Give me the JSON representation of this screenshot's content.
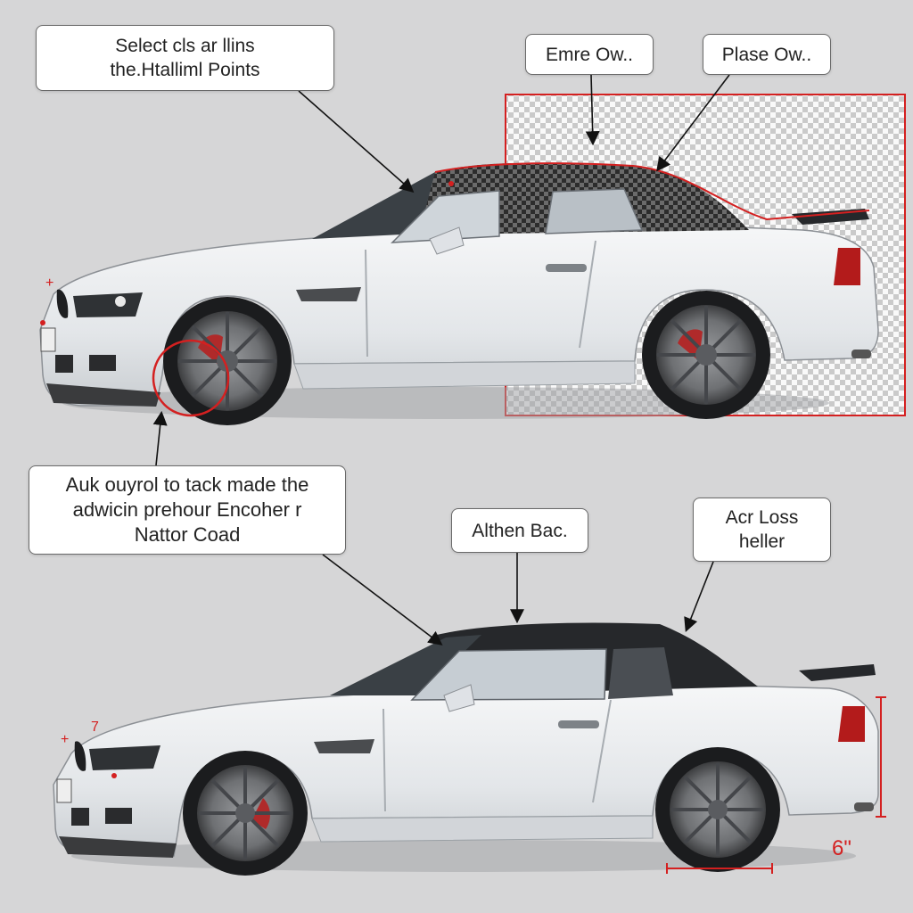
{
  "callouts": {
    "top_left": {
      "line1": "Select cls ar llins",
      "line2": "the.Htalliml Points"
    },
    "top_mid": {
      "text": "Emre Ow.."
    },
    "top_right": {
      "text": "Plase Ow.."
    },
    "mid_left": {
      "line1": "Auk ouyrol to tack made the",
      "line2": "adwicin prehour Encoher r",
      "line3": "Nattor Coad"
    },
    "mid_center": {
      "text": "Althen Bac."
    },
    "mid_right": {
      "line1": "Acr Loss",
      "line2": "heller"
    }
  },
  "measurement": {
    "label": "6\""
  },
  "colors": {
    "background": "#d6d6d7",
    "car_body": "#e9ecee",
    "soft_top": "#26282b",
    "accent_red": "#d42020",
    "brake_caliper": "#b02a2a"
  },
  "icons": [
    "arrow-icon",
    "selection-circle-icon",
    "marker-plus-icon",
    "measure-line-icon"
  ]
}
